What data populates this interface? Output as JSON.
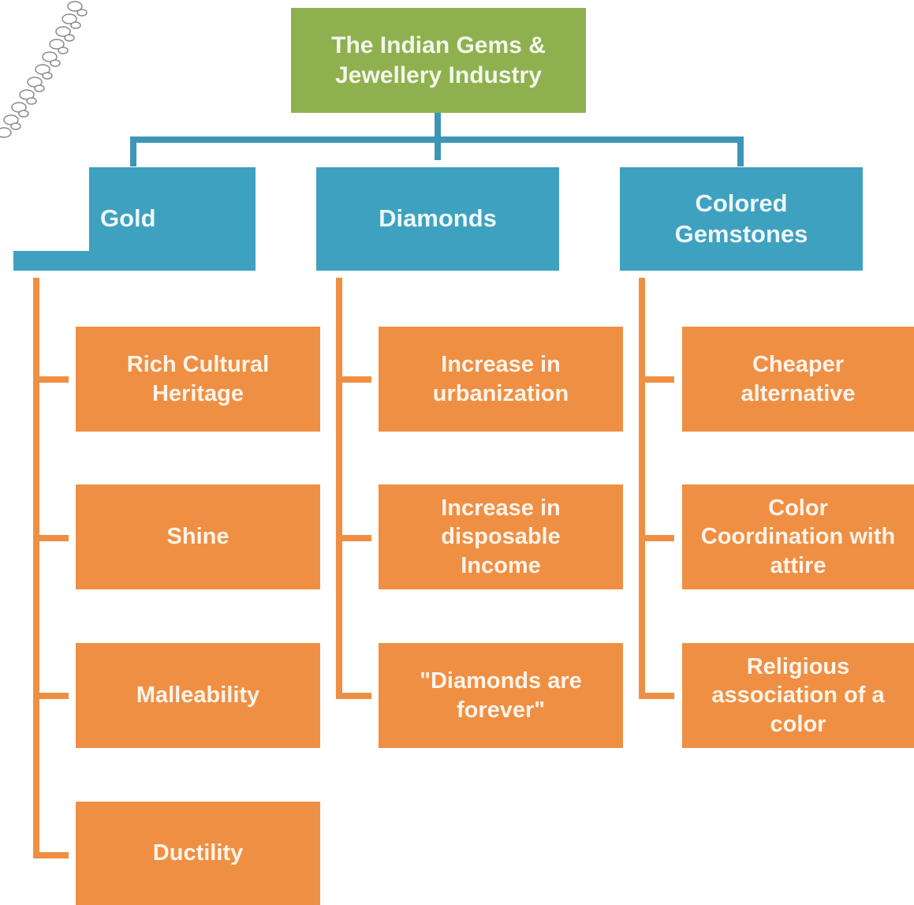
{
  "root": {
    "label": "The Indian Gems & Jewellery Industry"
  },
  "categories": [
    {
      "label": "Gold"
    },
    {
      "label": "Diamonds"
    },
    {
      "label": "Colored Gemstones"
    }
  ],
  "gold_items": [
    {
      "label": "Rich Cultural Heritage"
    },
    {
      "label": "Shine"
    },
    {
      "label": "Malleability"
    },
    {
      "label": "Ductility"
    }
  ],
  "diamond_items": [
    {
      "label": "Increase in urbanization"
    },
    {
      "label": "Increase in disposable Income"
    },
    {
      "label": "\"Diamonds are forever\""
    }
  ],
  "gemstone_items": [
    {
      "label": "Cheaper alternative"
    },
    {
      "label": "Color Coordination with attire"
    },
    {
      "label": "Religious association of a color"
    }
  ],
  "colors": {
    "root": "#8fb04f",
    "category": "#3ea1bf",
    "leaf": "#ef8f43",
    "connector_top": "#3d96b6",
    "connector_branch": "#ef8f43"
  },
  "decorations": {
    "corner_image": "diamond-necklace"
  }
}
